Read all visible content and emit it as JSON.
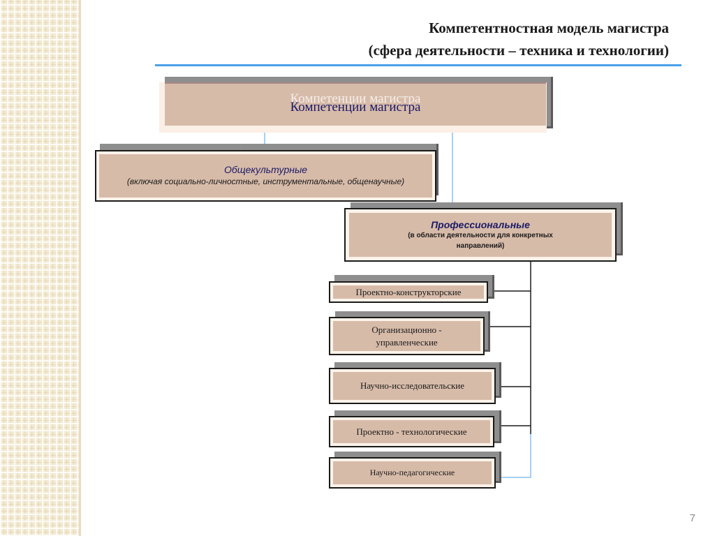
{
  "title": {
    "line1": "Компетентностная модель магистра",
    "line2": "(сфера деятельности – техника и технологии)"
  },
  "root": {
    "label": "Компетенции магистра"
  },
  "general": {
    "title": "Общекультурные",
    "subtitle": "(включая социально-личностные, инструментальные, общенаучные)"
  },
  "professional": {
    "title": "Профессиональные",
    "subtitle": "(в области деятельности для конкретных направлений)"
  },
  "activities": [
    {
      "label": "Проектно-конструкторские"
    },
    {
      "label": "Организационно - управленческие"
    },
    {
      "label": "Научно-исследовательские"
    },
    {
      "label": "Проектно - технологические"
    },
    {
      "label": "Научно-педагогические"
    }
  ],
  "page_number": "7",
  "colors": {
    "box_fill": "#d7bba9",
    "accent_line": "#4da0ea",
    "shadow": "#8e8e8e"
  }
}
